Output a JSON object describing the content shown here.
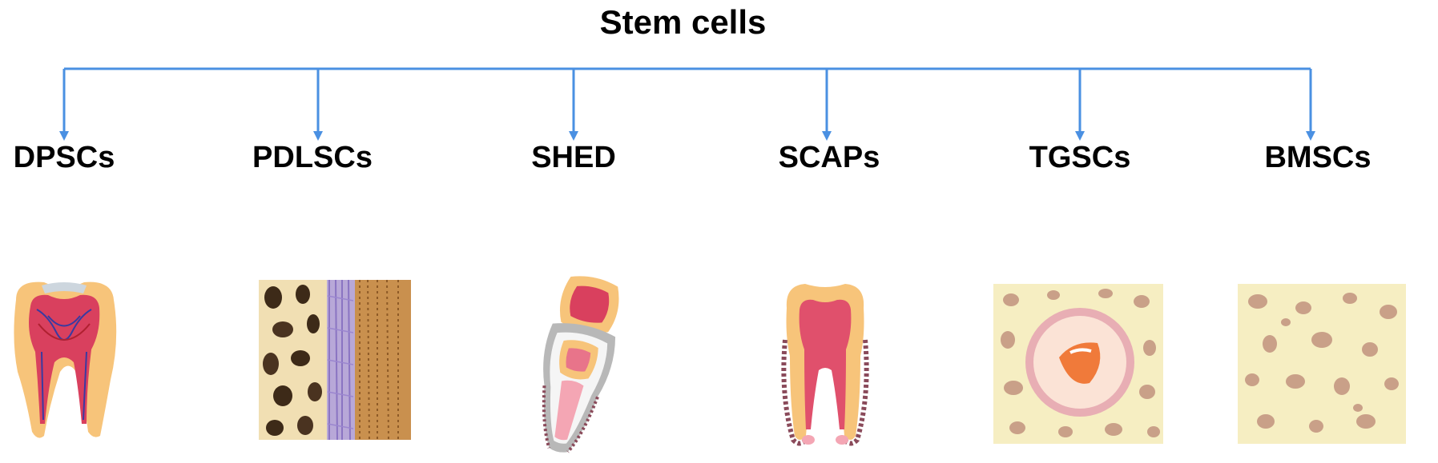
{
  "title": "Stem cells",
  "branch_color": "#4a90e2",
  "children": [
    {
      "label": "DPSCs",
      "icon": "tooth-pulp-icon"
    },
    {
      "label": "PDLSCs",
      "icon": "periodontal-ligament-icon"
    },
    {
      "label": "SHED",
      "icon": "deciduous-tooth-icon"
    },
    {
      "label": "SCAPs",
      "icon": "tooth-apical-papilla-icon"
    },
    {
      "label": "TGSCs",
      "icon": "tooth-germ-icon"
    },
    {
      "label": "BMSCs",
      "icon": "bone-marrow-icon"
    }
  ]
}
